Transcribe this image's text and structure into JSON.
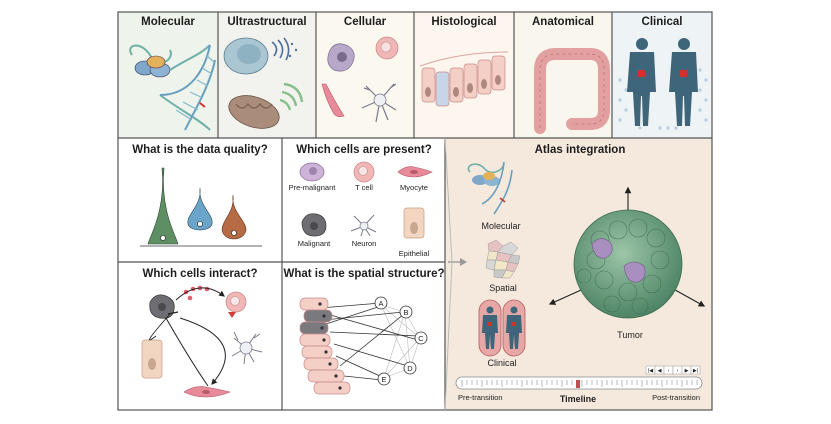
{
  "scales": {
    "molecular": "Molecular",
    "ultrastructural": "Ultrastructural",
    "cellular": "Cellular",
    "histological": "Histological",
    "anatomical": "Anatomical",
    "clinical": "Clinical"
  },
  "quality": {
    "title": "What is the data quality?"
  },
  "cells": {
    "title": "Which cells are present?",
    "pre_malignant": "Pre-malignant",
    "t_cell": "T cell",
    "myocyte": "Myocyte",
    "malignant": "Malignant",
    "neuron": "Neuron",
    "epithelial": "Epithelial"
  },
  "interact": {
    "title": "Which cells interact?"
  },
  "spatial": {
    "title": "What is the spatial structure?",
    "nodes": [
      "A",
      "B",
      "C",
      "D",
      "E"
    ]
  },
  "atlas": {
    "title": "Atlas integration",
    "molecular": "Molecular",
    "spatial": "Spatial",
    "clinical": "Clinical",
    "tumor": "Tumor",
    "timeline_label": "Timeline",
    "pre": "Pre-transition",
    "post": "Post-transition",
    "controls": [
      "|◀",
      "◀",
      "‹",
      "›",
      "▶",
      "▶|"
    ]
  },
  "colors": {
    "frame": "#555555",
    "teal": "#6fb0a8",
    "blue": "#6a9ac8",
    "pink": "#e8a7a7",
    "green_violin": "#5d8f62",
    "blue_violin": "#6aa4c8",
    "brown_violin": "#b76b45",
    "tumor_green": "#7fae8e",
    "tumor_purple": "#a98ec0",
    "atlas_bg": "#f5e9de"
  }
}
